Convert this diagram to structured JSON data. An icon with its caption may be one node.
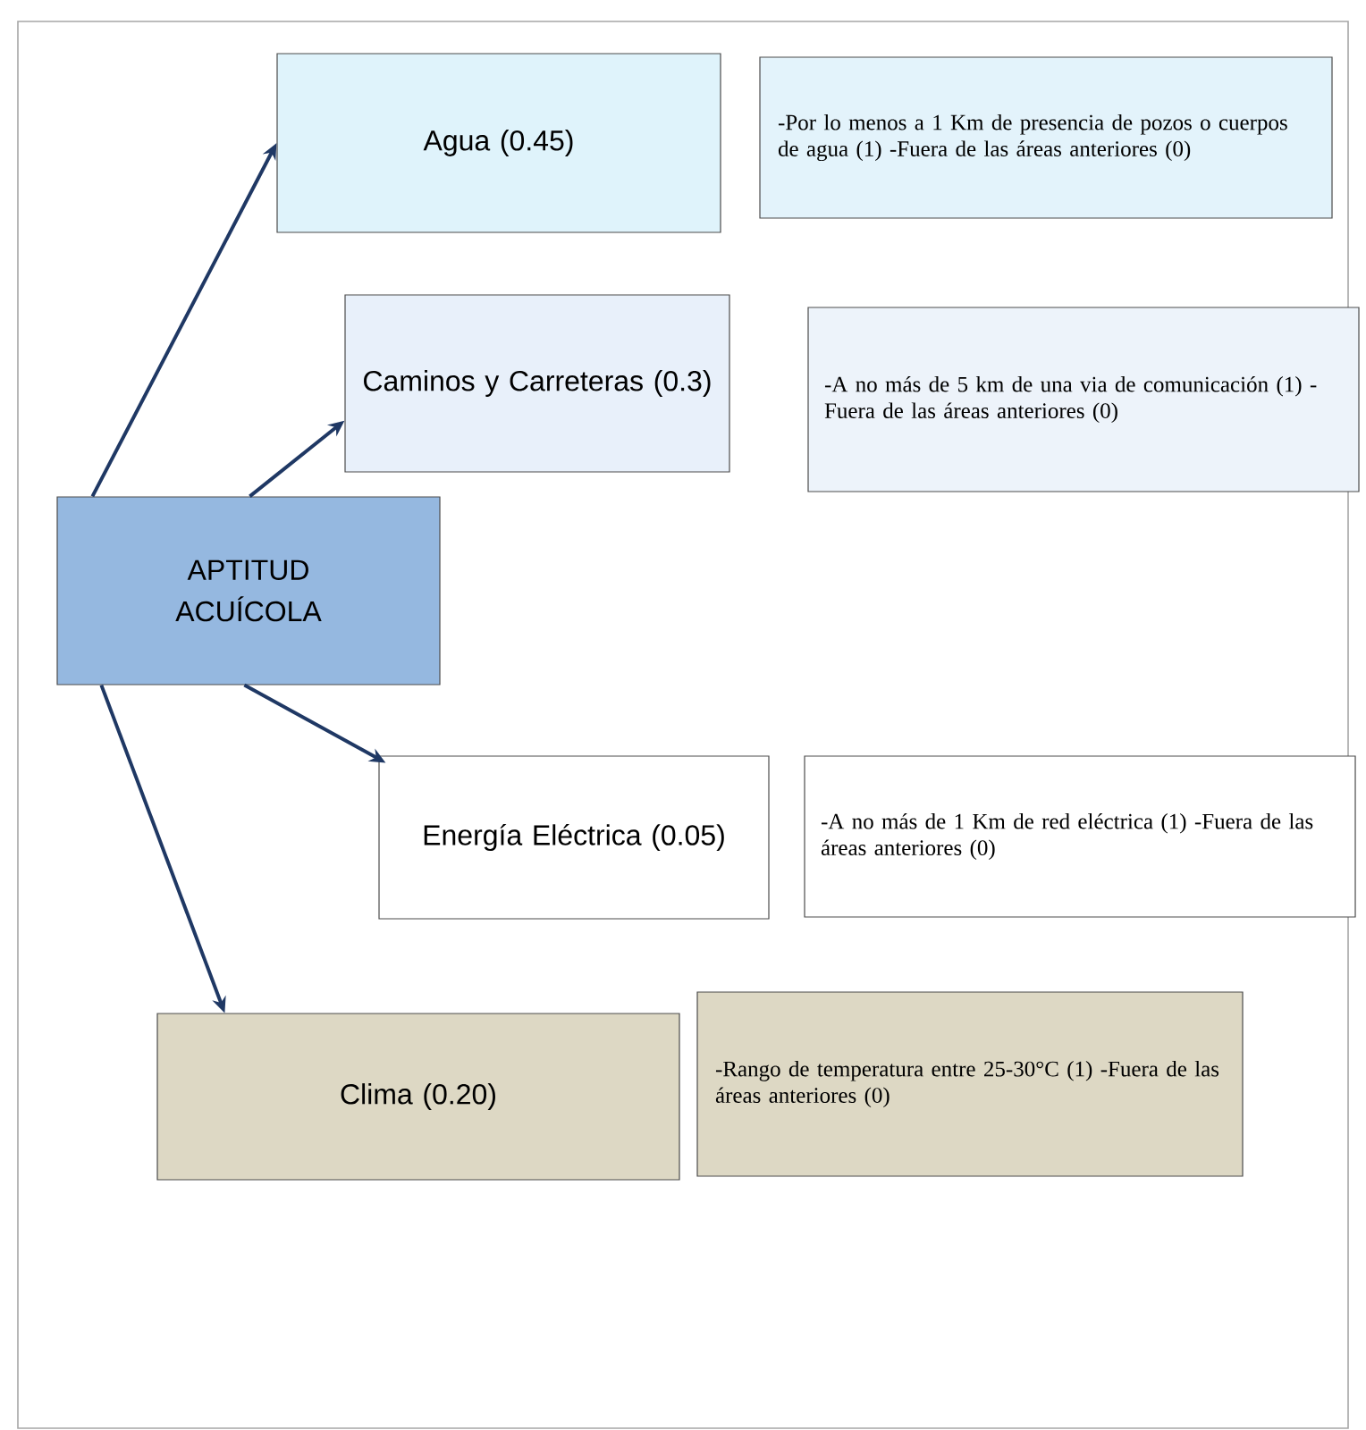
{
  "diagram": {
    "nodes": [
      {
        "text": [
          "APTITUD ACUÍCOLA"
        ]
      },
      {
        "text": [
          "Agua (0.45)"
        ]
      },
      {
        "text": [
          "-Por lo menos a 1 Km de presencia de pozos o cuerpos de agua (1) -Fuera de las áreas anteriores (0)"
        ]
      },
      {
        "text": [
          "Caminos y Carreteras (0.3)"
        ]
      },
      {
        "text": [
          "-A no más de 5 km de una via de comunicación (1) -Fuera de las áreas anteriores (0)"
        ]
      },
      {
        "text": [
          "Energía Eléctrica (0.05)"
        ]
      },
      {
        "text": [
          "-A no más de 1 Km de red eléctrica (1) -Fuera de las áreas anteriores (0)"
        ]
      },
      {
        "text": [
          "Clima (0.20)"
        ]
      },
      {
        "text": [
          "-Rango de temperatura entre 25-30°C (1) -Fuera de las áreas anteriores (0)"
        ]
      }
    ],
    "edges": [
      {
        "from": 0,
        "to": 1,
        "arrow": "to"
      },
      {
        "from": 0,
        "to": 3,
        "arrow": "to"
      },
      {
        "from": 0,
        "to": 5,
        "arrow": "to"
      },
      {
        "from": 0,
        "to": 7,
        "arrow": "to"
      }
    ]
  }
}
